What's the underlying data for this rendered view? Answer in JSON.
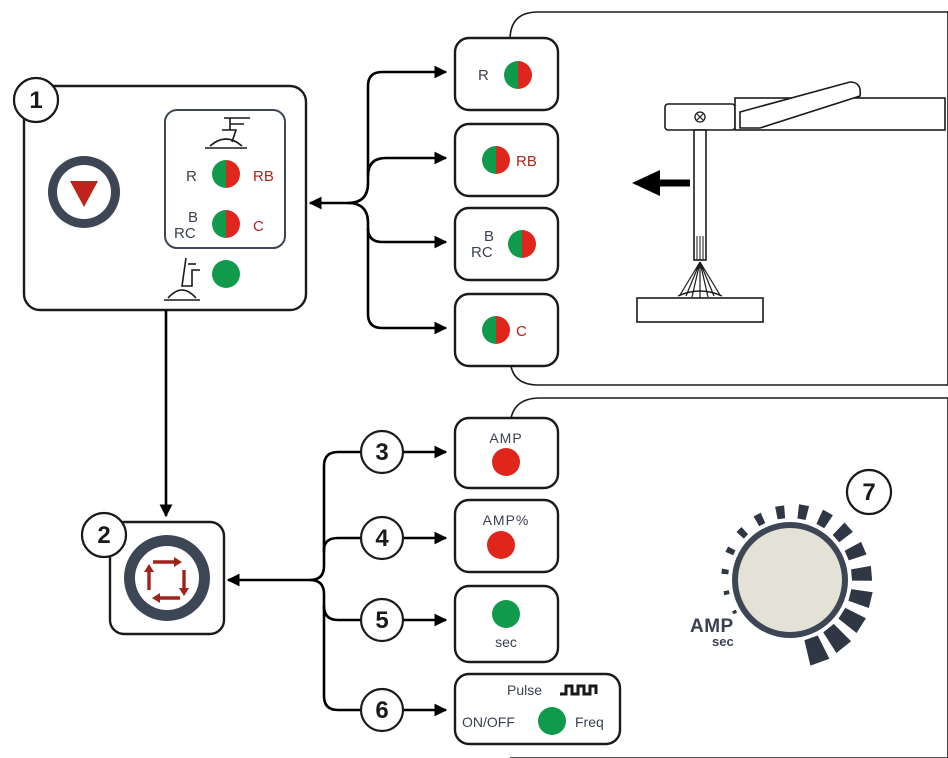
{
  "callouts": [
    "1",
    "2",
    "3",
    "4",
    "5",
    "6",
    "7"
  ],
  "panel1": {
    "label_r": "R",
    "label_rb": "RB",
    "label_b": "B",
    "label_rc": "RC",
    "label_c": "C"
  },
  "modes": {
    "r": "R",
    "rb": "RB",
    "b": "B",
    "rc": "RC",
    "c": "C"
  },
  "params": {
    "amp": "AMP",
    "amp_pct": "AMP%",
    "sec": "sec",
    "pulse": "Pulse",
    "on_off": "ON/OFF",
    "freq": "Freq"
  },
  "knob": {
    "amp": "AMP",
    "sec": "sec"
  },
  "colors": {
    "red": "#e0251c",
    "green": "#0f9b4b",
    "dark_red": "#b3231d",
    "ring": "#3d4654",
    "button_ring": "#5a6472"
  }
}
